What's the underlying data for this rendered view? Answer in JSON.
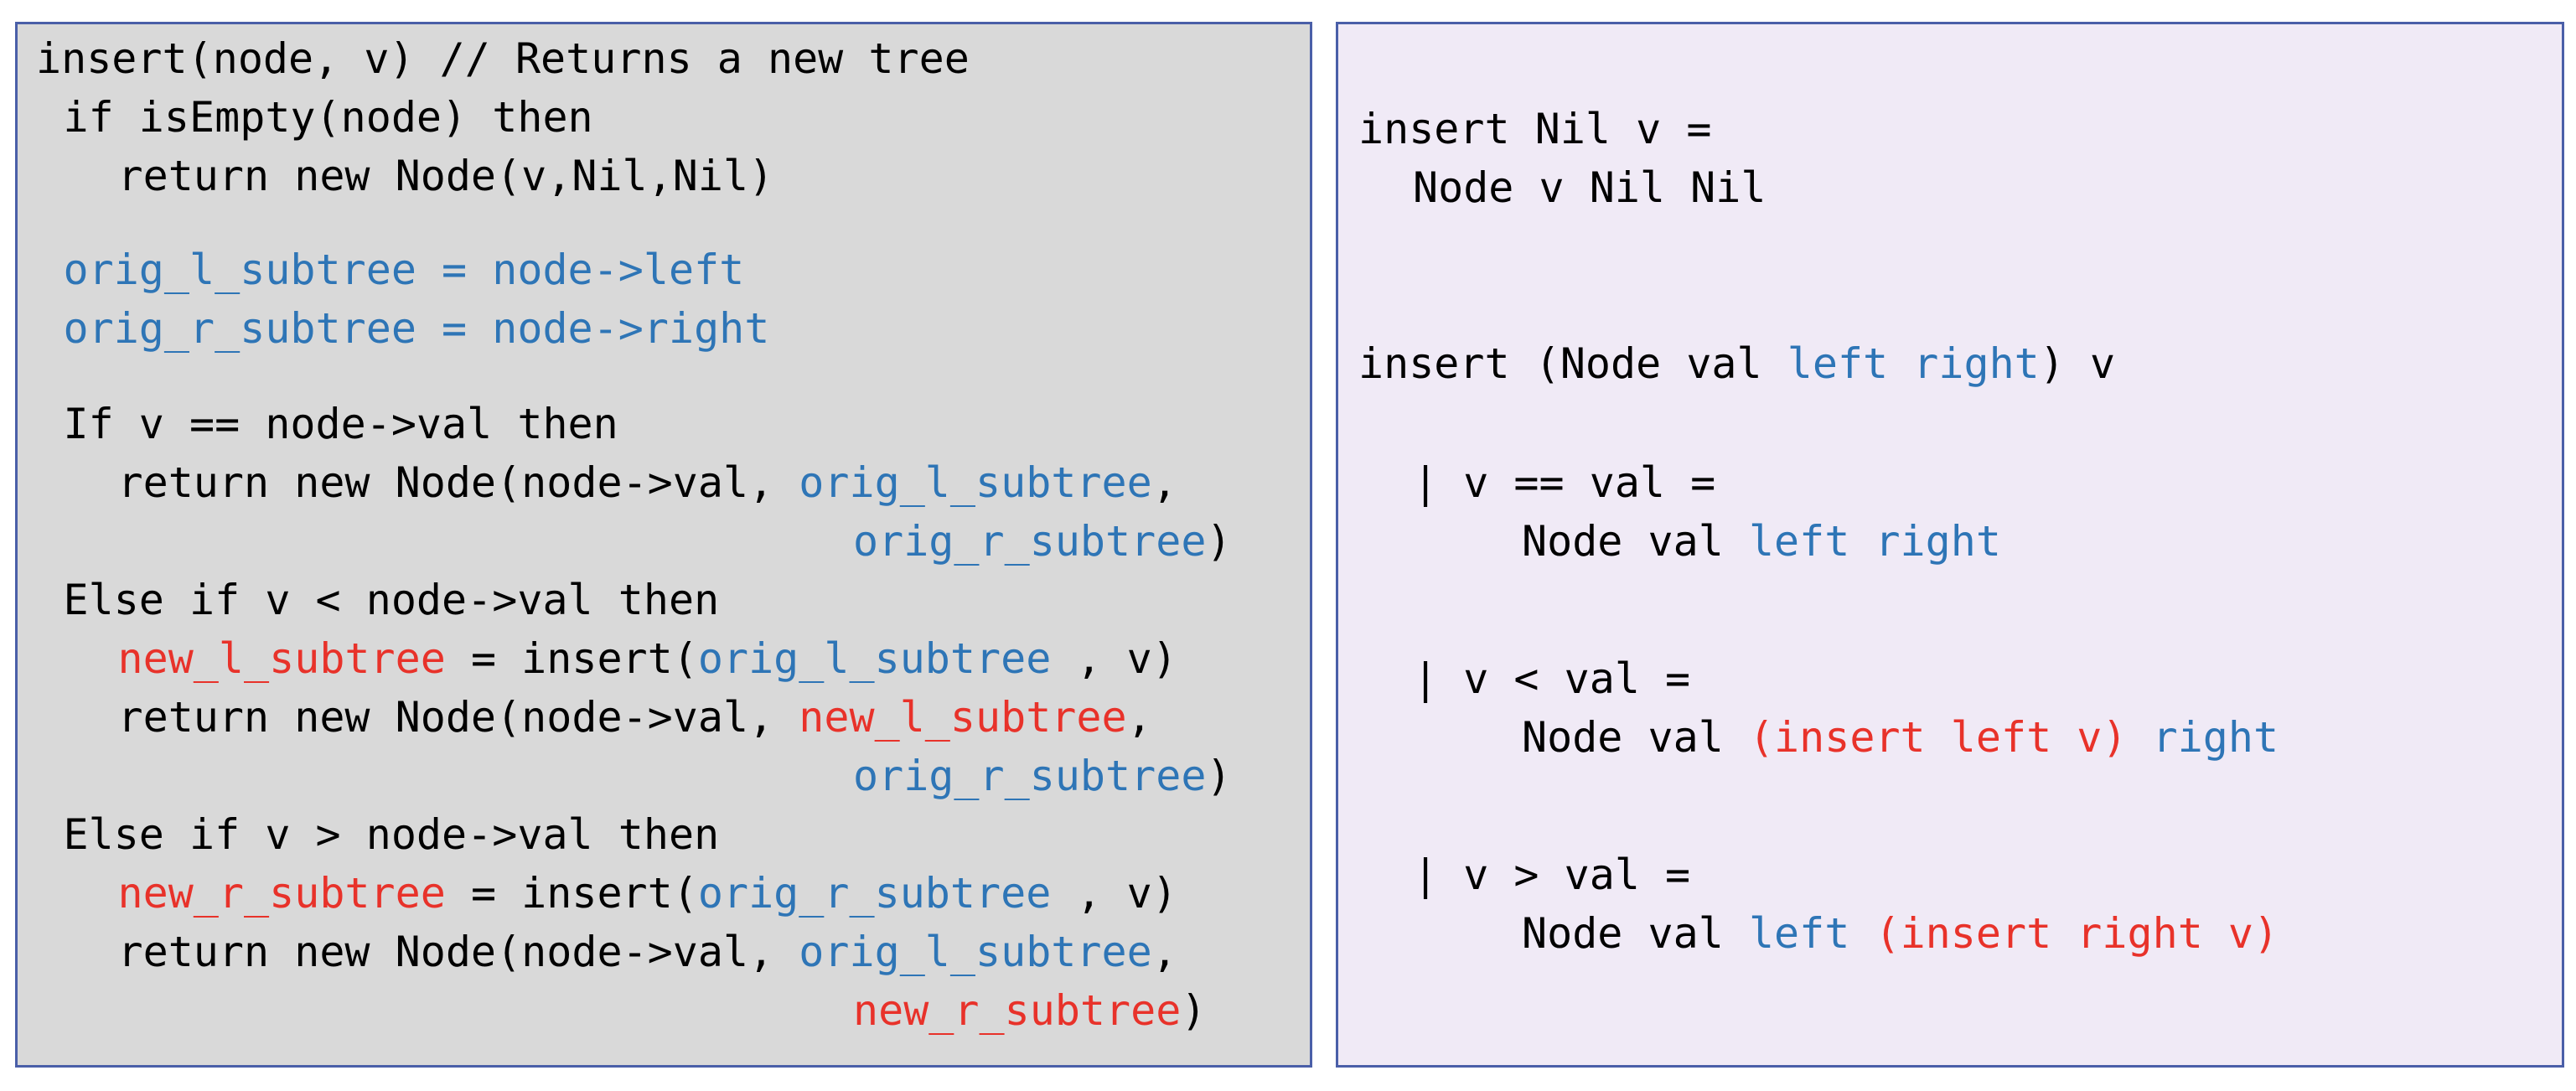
{
  "colors": {
    "default": "#000000",
    "blue": "#2e75b6",
    "red": "#e8322a"
  },
  "pseudocode": [
    {
      "indent": 0,
      "tokens": [
        {
          "t": "insert(node, v) // Returns a new tree",
          "c": "default"
        }
      ]
    },
    {
      "indent": 1,
      "tokens": [
        {
          "t": "if isEmpty(node) then",
          "c": "default"
        }
      ]
    },
    {
      "indent": 3,
      "tokens": [
        {
          "t": "return new Node(v,Nil,Nil)",
          "c": "default"
        }
      ]
    },
    {
      "indent": 1,
      "tokens": [
        {
          "t": "orig_l_subtree = node->left",
          "c": "blue"
        }
      ]
    },
    {
      "indent": 1,
      "tokens": [
        {
          "t": "orig_r_subtree = node->right",
          "c": "blue"
        }
      ]
    },
    {
      "indent": 1,
      "tokens": [
        {
          "t": "If v == node->val then",
          "c": "default"
        }
      ]
    },
    {
      "indent": 3,
      "tokens": [
        {
          "t": "return new Node(node->val, ",
          "c": "default"
        },
        {
          "t": "orig_l_subtree",
          "c": "blue"
        },
        {
          "t": ",",
          "c": "default"
        }
      ]
    },
    {
      "indent": 30,
      "tokens": [
        {
          "t": "orig_r_subtree",
          "c": "blue"
        },
        {
          "t": ")",
          "c": "default"
        }
      ]
    },
    {
      "indent": 1,
      "tokens": [
        {
          "t": "Else if v < node->val then",
          "c": "default"
        }
      ]
    },
    {
      "indent": 3,
      "tokens": [
        {
          "t": "new_l_subtree",
          "c": "red"
        },
        {
          "t": " = insert(",
          "c": "default"
        },
        {
          "t": "orig_l_subtree",
          "c": "blue"
        },
        {
          "t": " , v)",
          "c": "default"
        }
      ]
    },
    {
      "indent": 3,
      "tokens": [
        {
          "t": "return new Node(node->val, ",
          "c": "default"
        },
        {
          "t": "new_l_subtree",
          "c": "red"
        },
        {
          "t": ",",
          "c": "default"
        }
      ]
    },
    {
      "indent": 30,
      "tokens": [
        {
          "t": "orig_r_subtree",
          "c": "blue"
        },
        {
          "t": ")",
          "c": "default"
        }
      ]
    },
    {
      "indent": 1,
      "tokens": [
        {
          "t": "Else if v > node->val then",
          "c": "default"
        }
      ]
    },
    {
      "indent": 3,
      "tokens": [
        {
          "t": "new_r_subtree",
          "c": "red"
        },
        {
          "t": " = insert(",
          "c": "default"
        },
        {
          "t": "orig_r_subtree",
          "c": "blue"
        },
        {
          "t": " , v)",
          "c": "default"
        }
      ]
    },
    {
      "indent": 3,
      "tokens": [
        {
          "t": "return new Node(node->val, ",
          "c": "default"
        },
        {
          "t": "orig_l_subtree",
          "c": "blue"
        },
        {
          "t": ",",
          "c": "default"
        }
      ]
    },
    {
      "indent": 30,
      "tokens": [
        {
          "t": "new_r_subtree",
          "c": "red"
        },
        {
          "t": ")",
          "c": "default"
        }
      ]
    }
  ],
  "haskell": [
    {
      "indent": 0,
      "tokens": [
        {
          "t": "insert Nil v =",
          "c": "default"
        }
      ]
    },
    {
      "indent": 2,
      "tokens": [
        {
          "t": "Node v Nil Nil",
          "c": "default"
        }
      ]
    },
    {
      "indent": 0,
      "tokens": [
        {
          "t": "insert (Node val ",
          "c": "default"
        },
        {
          "t": "left right",
          "c": "blue"
        },
        {
          "t": ") v",
          "c": "default"
        }
      ]
    },
    {
      "indent": 2,
      "tokens": [
        {
          "t": "| v == val =",
          "c": "default"
        }
      ]
    },
    {
      "indent": 6,
      "tokens": [
        {
          "t": "Node val ",
          "c": "default"
        },
        {
          "t": "left right",
          "c": "blue"
        }
      ]
    },
    {
      "indent": 2,
      "tokens": [
        {
          "t": "| v < val =",
          "c": "default"
        }
      ]
    },
    {
      "indent": 6,
      "tokens": [
        {
          "t": "Node val ",
          "c": "default"
        },
        {
          "t": "(insert left v)",
          "c": "red"
        },
        {
          "t": " ",
          "c": "default"
        },
        {
          "t": "right",
          "c": "blue"
        }
      ]
    },
    {
      "indent": 2,
      "tokens": [
        {
          "t": "| v > val =",
          "c": "default"
        }
      ]
    },
    {
      "indent": 6,
      "tokens": [
        {
          "t": "Node val ",
          "c": "default"
        },
        {
          "t": "left",
          "c": "blue"
        },
        {
          "t": " ",
          "c": "default"
        },
        {
          "t": "(insert right v)",
          "c": "red"
        }
      ]
    }
  ]
}
